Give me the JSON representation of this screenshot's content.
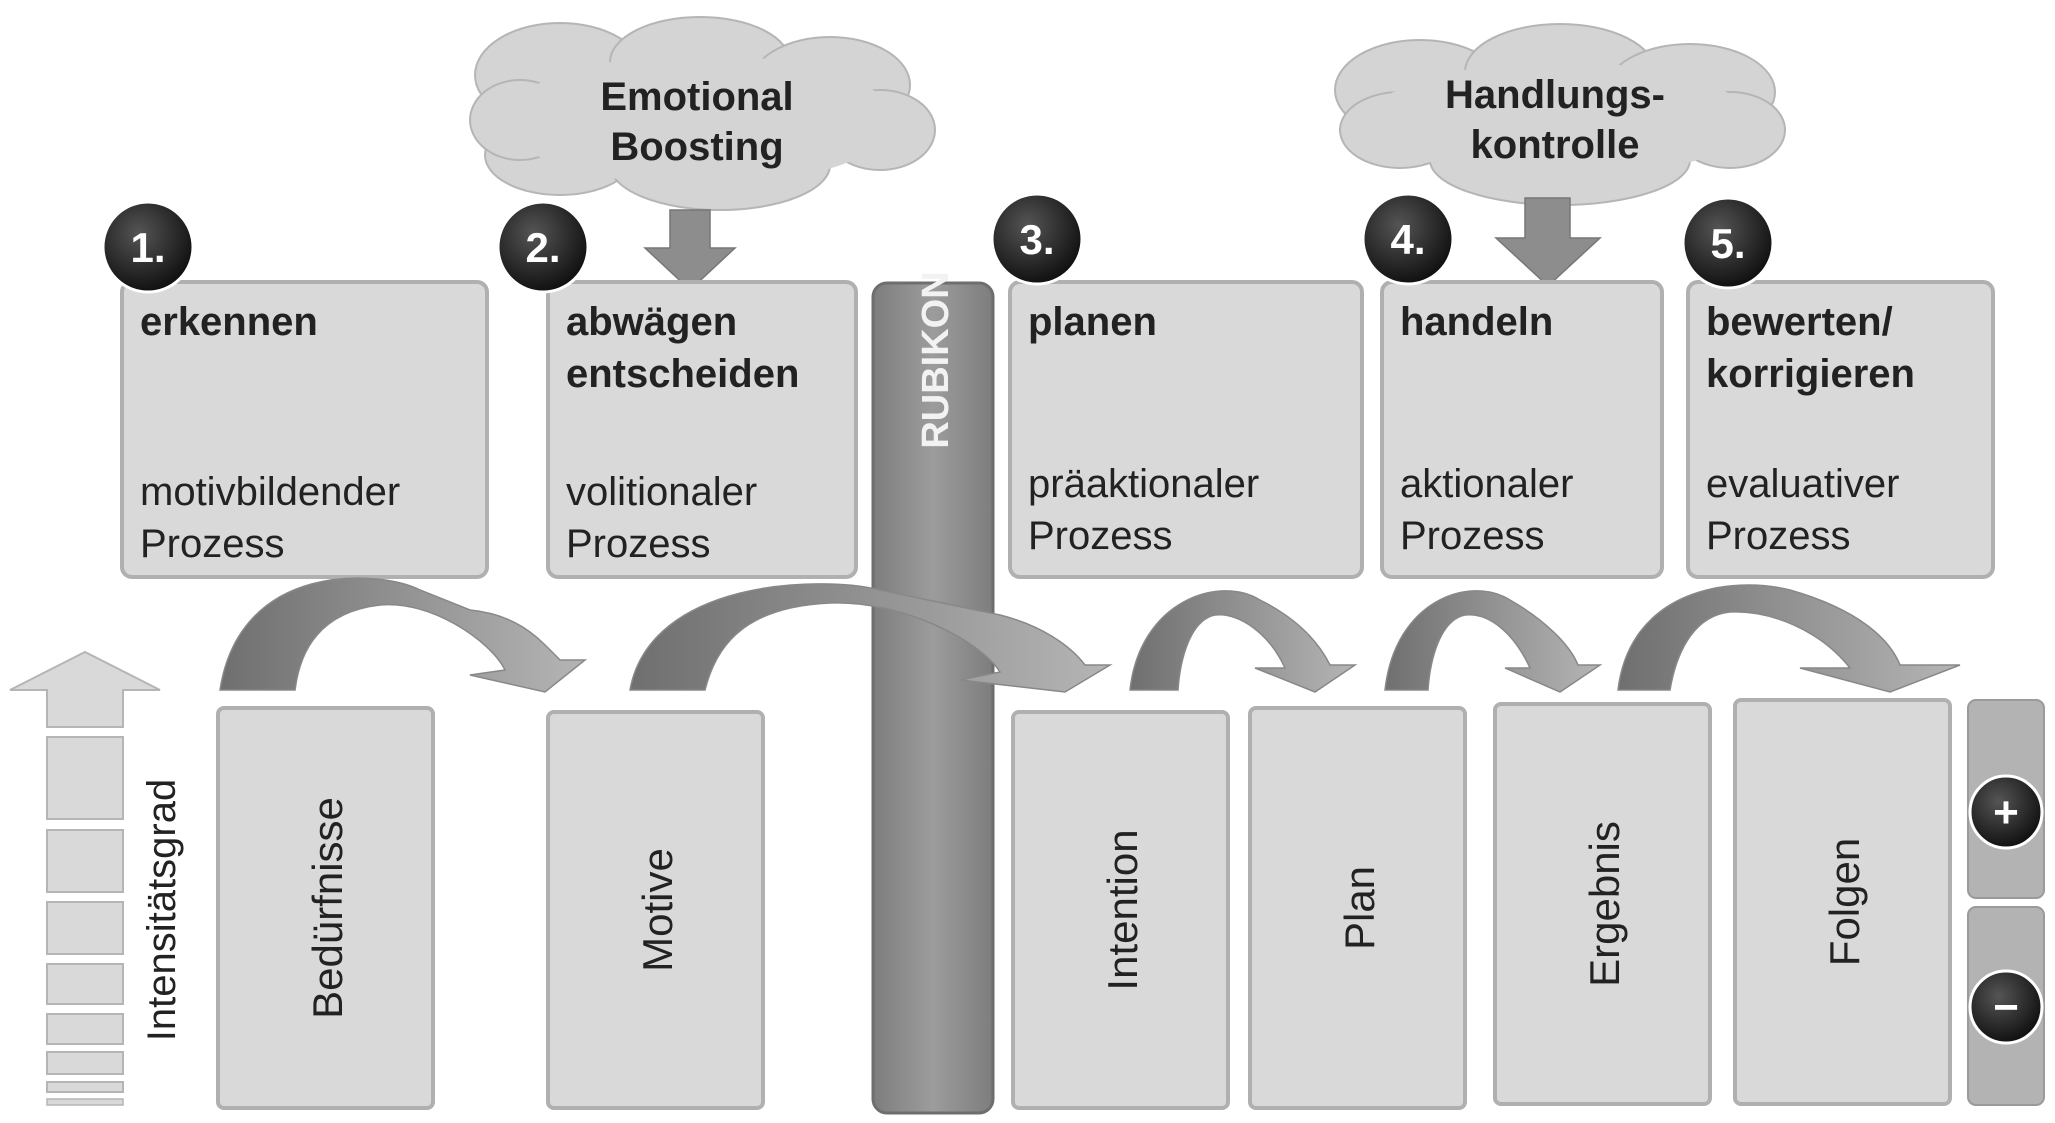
{
  "clouds": {
    "emotional_line1": "Emotional",
    "emotional_line2": "Boosting",
    "handlung_line1": "Handlungs-",
    "handlung_line2": "kontrolle"
  },
  "phases": [
    {
      "number": "1.",
      "title1": "erkennen",
      "title2": "",
      "process1": "motivbildender",
      "process2": "Prozess"
    },
    {
      "number": "2.",
      "title1": "abwägen",
      "title2": "entscheiden",
      "process1": "volitionaler",
      "process2": "Prozess"
    },
    {
      "number": "3.",
      "title1": "planen",
      "title2": "",
      "process1": "präaktionaler",
      "process2": "Prozess"
    },
    {
      "number": "4.",
      "title1": "handeln",
      "title2": "",
      "process1": "aktionaler",
      "process2": "Prozess"
    },
    {
      "number": "5.",
      "title1": "bewerten/",
      "title2": "korrigieren",
      "process1": "evaluativer",
      "process2": "Prozess"
    }
  ],
  "rubikon": "RUBIKON",
  "intensity_label": "Intensitätsgrad",
  "bottom_boxes": [
    "Bedürfnisse",
    "Motive",
    "Intention",
    "Plan",
    "Ergebnis",
    "Folgen"
  ],
  "scale": {
    "plus": "+",
    "minus": "−"
  },
  "colors": {
    "box_fill": "#d9d9d9",
    "box_stroke": "#b0b0b0",
    "rubikon": "#8f8f8f",
    "arrow_dark": "#7a7a7a",
    "arrow_light": "#a8a8a8",
    "circle": "#1e1e1e"
  }
}
